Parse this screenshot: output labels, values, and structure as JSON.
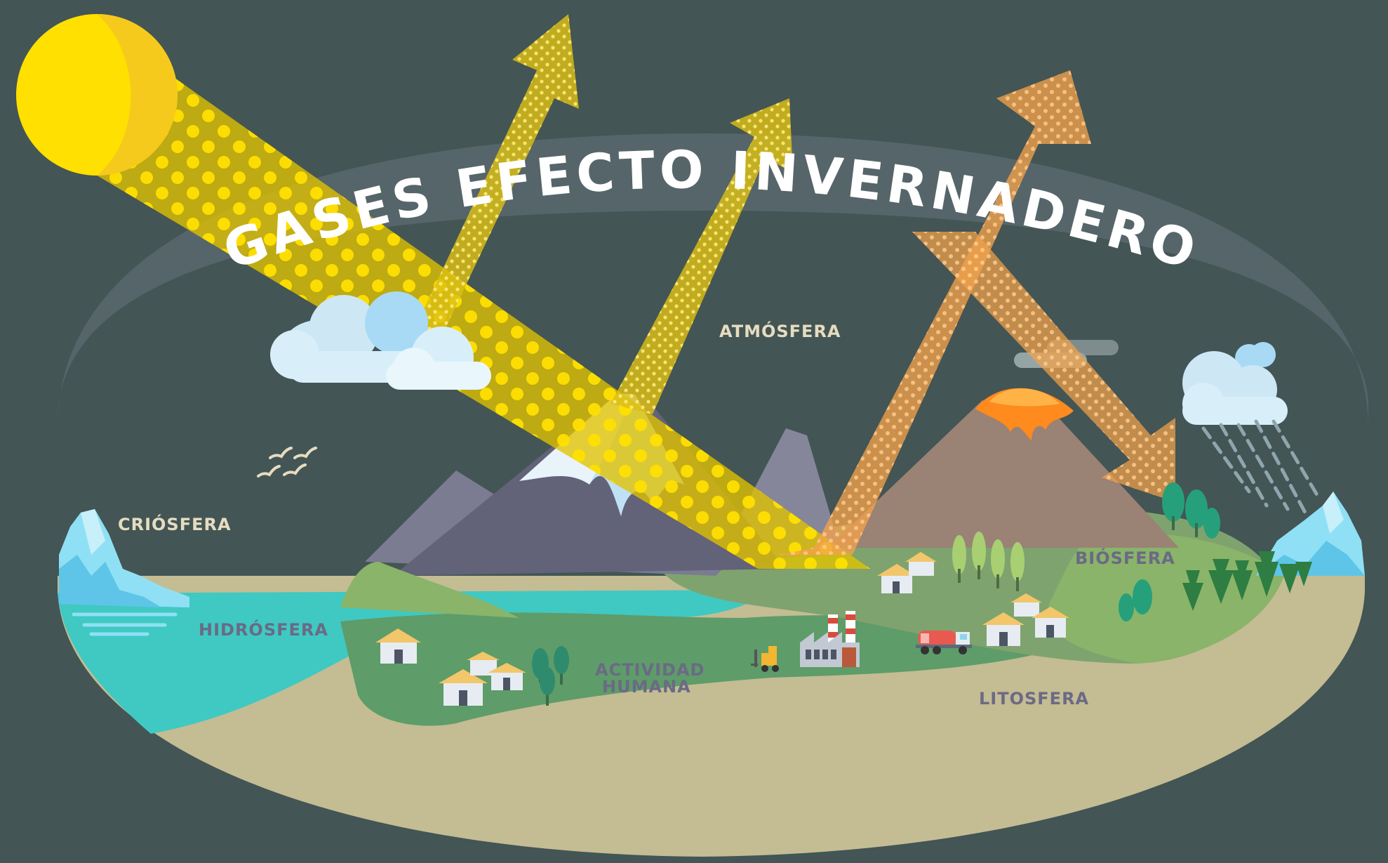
{
  "title": "GASES EFECTO INVERNADERO",
  "labels": {
    "atmosfera": "ATMÓSFERA",
    "criosfera": "CRIÓSFERA",
    "hidrosfera": "HIDRÓSFERA",
    "biosfera": "BIÓSFERA",
    "actividad_line1": "ACTIVIDAD",
    "actividad_line2": "HUMANA",
    "litosfera": "LITOSFERA"
  },
  "colors": {
    "background": "#435555",
    "sun": "#FFE000",
    "sun_shade": "#F5CA1C",
    "sun_rays": "#E2C300",
    "reflected_rays": "#DCC012",
    "infrared_rays": "#F2A24A",
    "atmosphere_band": "#57666A",
    "water": "#3FC9C2",
    "land": "#C4BC93",
    "grass": "#5E9C69",
    "grass_light": "#89B469",
    "biosphere_fields": "#7FA36E",
    "mountain": "#6A6A80",
    "volcano": "#9A8275",
    "lava": "#FF8A1E",
    "ice": "#8FE0F5",
    "cloud": "#D8EFFA",
    "label_light": "#E6DCC0",
    "label_dark": "#6B6A85"
  }
}
